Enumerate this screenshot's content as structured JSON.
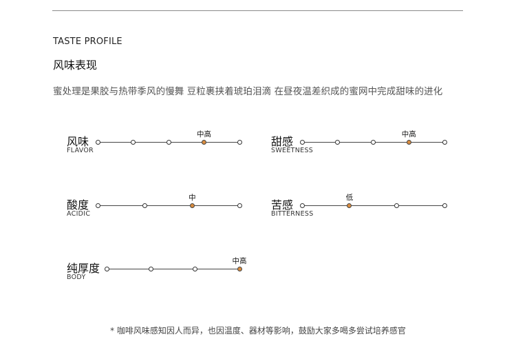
{
  "section": {
    "title_en": "TASTE PROFILE",
    "title_cn": "风味表现",
    "description": "蜜处理是果胶与热带季风的慢舞 豆粒裹挟着琥珀泪滴 在昼夜温差织成的蜜网中完成甜味的进化"
  },
  "attributes": [
    {
      "cn": "风味",
      "en": "FLAVOR",
      "level": "中高",
      "points": 5,
      "active": 3
    },
    {
      "cn": "甜感",
      "en": "SWEETNESS",
      "level": "中高",
      "points": 5,
      "active": 3
    },
    {
      "cn": "酸度",
      "en": "ACIDIC",
      "level": "中",
      "points": 4,
      "active": 2
    },
    {
      "cn": "苦感",
      "en": "BITTERNESS",
      "level": "低",
      "points": 4,
      "active": 1
    },
    {
      "cn": "纯厚度",
      "en": "BODY",
      "level": "中高",
      "points": 4,
      "active": 3
    }
  ],
  "footnote": "* 咖啡风味感知因人而异，也因温度、器材等影响，鼓励大家多喝多尝试培养感官",
  "colors": {
    "active_dot": "#d98c3f",
    "rule": "#8a8a8a"
  }
}
